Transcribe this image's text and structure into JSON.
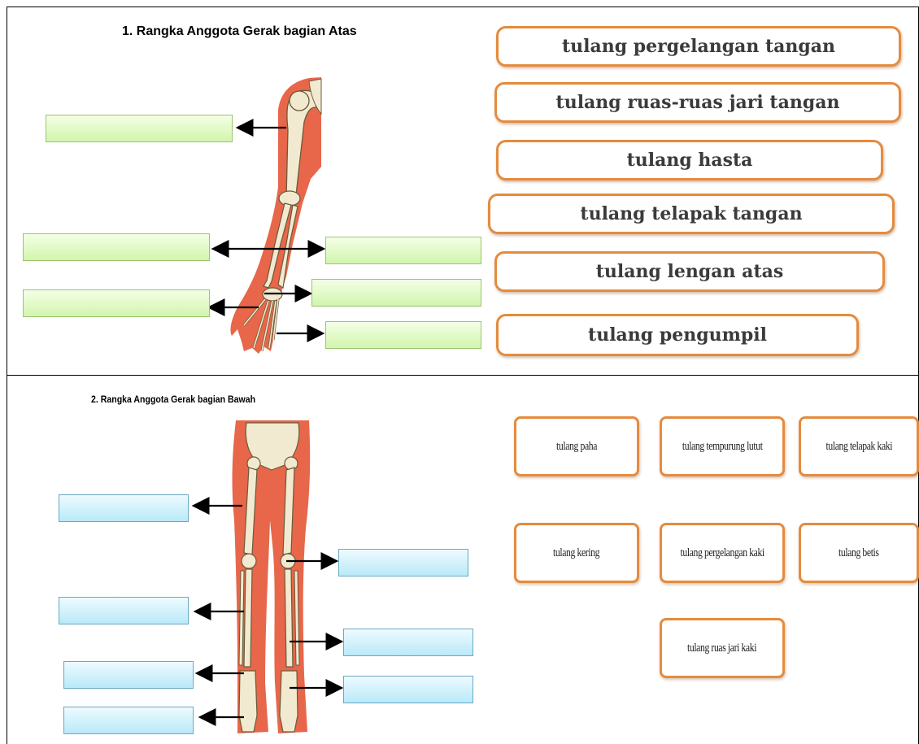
{
  "section1": {
    "title": "1. Rangka Anggota Gerak bagian Atas",
    "options": [
      "tulang pergelangan tangan",
      "tulang ruas-ruas jari tangan",
      "tulang hasta",
      "tulang telapak tangan",
      "tulang lengan atas",
      "tulang pengumpil"
    ]
  },
  "section2": {
    "title": "2. Rangka Anggota Gerak bagian Bawah",
    "options": [
      "tulang paha",
      "tulang tempurung lutut",
      "tulang telapak kaki",
      "tulang kering",
      "tulang pergelangan kaki",
      "tulang betis",
      "tulang ruas  jari kaki"
    ]
  },
  "colors": {
    "label_box_green": "#d2f5ad",
    "label_box_blue": "#b9e9f8",
    "option_border": "#e58b3e",
    "muscle": "#e8664a",
    "bone": "#f1ead0"
  }
}
